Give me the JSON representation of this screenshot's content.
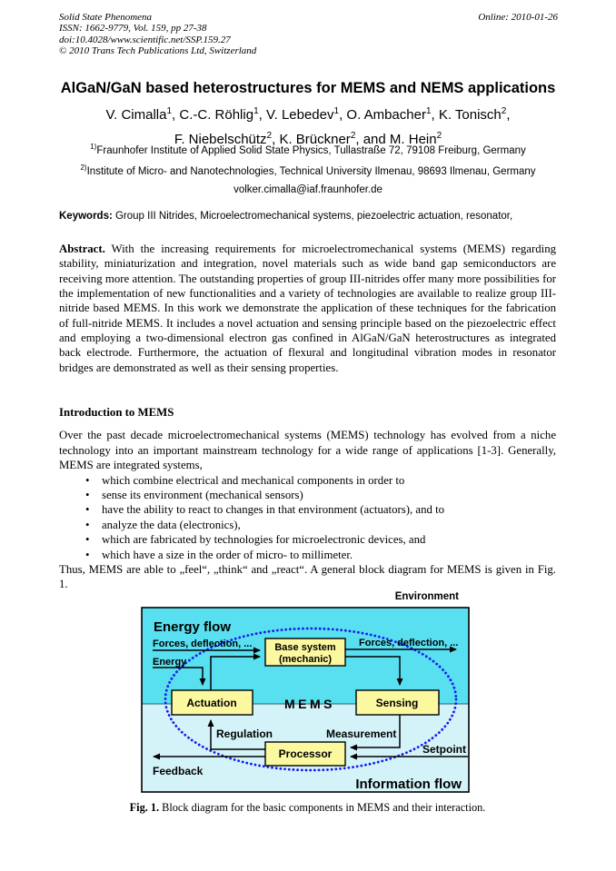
{
  "header": {
    "journal": "Solid State Phenomena",
    "issn_line": "ISSN: 1662-9779, Vol. 159, pp 27-38",
    "doi_line": "doi:10.4028/www.scientific.net/SSP.159.27",
    "copyright_line": "© 2010 Trans Tech Publications Ltd, Switzerland",
    "online_date": "Online: 2010-01-26"
  },
  "title": "AlGaN/GaN based heterostructures for MEMS and NEMS applications",
  "authors_line1": [
    {
      "t": "V. Cimalla"
    },
    {
      "t": "1",
      "sup": true
    },
    {
      "t": ", C.-C. Röhlig"
    },
    {
      "t": "1",
      "sup": true
    },
    {
      "t": ", V. Lebedev"
    },
    {
      "t": "1",
      "sup": true
    },
    {
      "t": ", O. Ambacher"
    },
    {
      "t": "1",
      "sup": true
    },
    {
      "t": ", K. Tonisch"
    },
    {
      "t": "2",
      "sup": true
    },
    {
      "t": ","
    }
  ],
  "authors_line2": [
    {
      "t": "F. Niebelschütz"
    },
    {
      "t": "2",
      "sup": true
    },
    {
      "t": ", K. Brückner"
    },
    {
      "t": "2",
      "sup": true
    },
    {
      "t": ", and M. Hein"
    },
    {
      "t": "2",
      "sup": true
    }
  ],
  "affiliation1": [
    {
      "t": "1)",
      "sup": true
    },
    {
      "t": "Fraunhofer Institute of Applied Solid State Physics, Tullastraße 72, 79108 Freiburg, Germany"
    }
  ],
  "affiliation2": [
    {
      "t": "2)",
      "sup": true
    },
    {
      "t": "Institute of Micro- and Nanotechnologies, Technical University Ilmenau, 98693 Ilmenau, Germany"
    }
  ],
  "email": "volker.cimalla@iaf.fraunhofer.de",
  "keywords_label": "Keywords:",
  "keywords_text": " Group III Nitrides, Microelectromechanical systems, piezoelectric actuation, resonator,",
  "abstract_label": "Abstract.",
  "abstract_text": " With the increasing requirements for microelectromechanical systems (MEMS) regarding stability, miniaturization and integration, novel materials such as wide band gap semiconductors are receiving more attention. The outstanding properties of group III-nitrides offer many more possibilities for the implementation of new functionalities and a variety of technologies are available to realize group III-nitride based MEMS. In this work we demonstrate the application of these techniques for the fabrication of full-nitride MEMS. It includes a novel actuation and sensing principle based on the piezoelectric effect and employing a two-dimensional electron gas confined in AlGaN/GaN heterostructures as integrated back electrode. Furthermore, the actuation of flexural and longitudinal vibration modes in resonator bridges are demonstrated as well as their sensing properties.",
  "section_heading": "Introduction to MEMS",
  "intro_text": "Over the past decade microelectromechanical systems (MEMS) technology has evolved from a niche technology into an important mainstream technology for a wide range of applications [1-3]. Generally, MEMS are integrated systems,",
  "bullet_glyph": "•",
  "bullets": [
    "which combine electrical and mechanical components in order to",
    "sense its environment (mechanical sensors)",
    "have the ability to react to changes in that environment (actuators), and to",
    "analyze the data (electronics),",
    "which are fabricated by technologies for microelectronic devices, and",
    "which have a size in the order of micro- to millimeter."
  ],
  "closing_text": "Thus, MEMS are able to „feel“, „think“ and „react“. A general block diagram for MEMS is given in Fig. 1.",
  "caption_label": "Fig. 1.",
  "caption_text": " Block diagram for the basic components in MEMS and their interaction.",
  "figure": {
    "environment_label": "Environment",
    "energy_flow_label": "Energy flow",
    "information_flow_label": "Information flow",
    "mems_label": "MEMS",
    "forces_left": "Forces, deflection, ...",
    "forces_right": "Forces, deflection, ...",
    "energy_label": "Energy",
    "regulation_label": "Regulation",
    "measurement_label": "Measurement",
    "setpoint_label": "Setpoint",
    "feedback_label": "Feedback",
    "boxes": {
      "base_system_line1": "Base system",
      "base_system_line2": "(mechanic)",
      "actuation": "Actuation",
      "sensing": "Sensing",
      "processor": "Processor"
    },
    "colors": {
      "energy_region": "#58e0f0",
      "info_region": "#d4f3f8",
      "box_fill": "#fbf8a0",
      "blue": "#1a1af0",
      "line": "#000000"
    }
  }
}
